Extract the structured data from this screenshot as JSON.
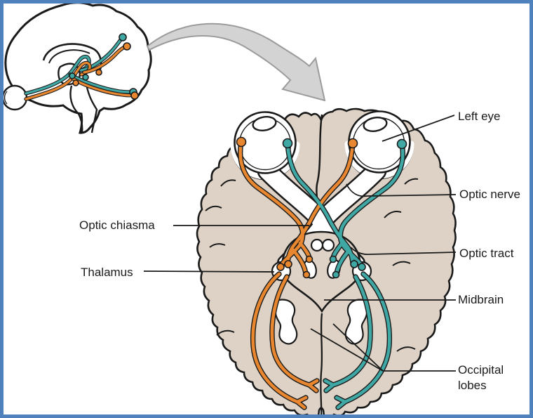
{
  "labels": {
    "left_eye": "Left eye",
    "optic_nerve": "Optic nerve",
    "optic_tract": "Optic tract",
    "midbrain": "Midbrain",
    "occipital_lobes": "Occipital lobes",
    "optic_chiasma": "Optic chiasma",
    "thalamus": "Thalamus"
  },
  "colors": {
    "orange": "#E8872F",
    "teal": "#3FA8A4",
    "beige": "#DDD2C5",
    "ink": "#1A1A1A",
    "frame": "#4F81BD",
    "gray": "#D3D3D3",
    "gray-edge": "#9B9B9B"
  }
}
